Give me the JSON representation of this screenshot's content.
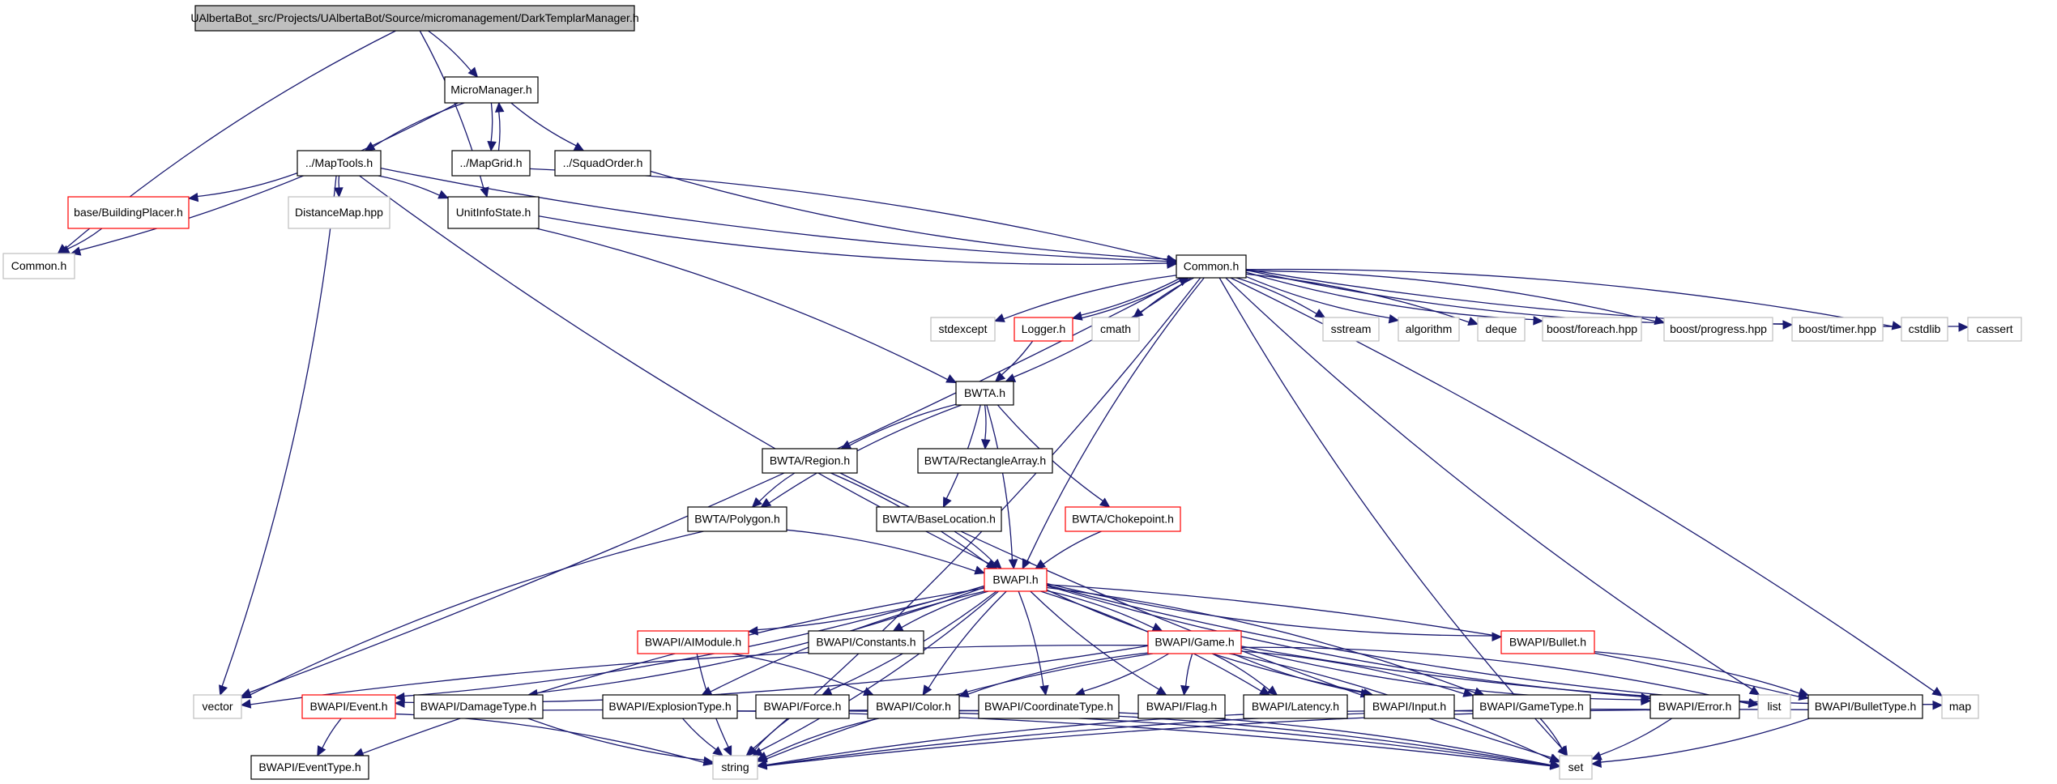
{
  "title": "UAlbertaBot_src/Projects/UAlbertaBot/Source/micromanagement/DarkTemplarManager.h",
  "colors": {
    "edge": "#191970",
    "root_fill": "#bfbfbf",
    "normal_border": "#000000",
    "missing_border": "#bfbfbf",
    "truncated_border": "#ff0000"
  },
  "nodes": [
    {
      "id": "root",
      "label": "UAlbertaBot_src/Projects/UAlbertaBot/Source/micromanagement/DarkTemplarManager.h",
      "style": "root"
    },
    {
      "id": "micromanager",
      "label": "MicroManager.h",
      "style": "normal"
    },
    {
      "id": "maptools",
      "label": "../MapTools.h",
      "style": "normal"
    },
    {
      "id": "mapgrid",
      "label": "../MapGrid.h",
      "style": "normal"
    },
    {
      "id": "squadorder",
      "label": "../SquadOrder.h",
      "style": "normal"
    },
    {
      "id": "buildingplacer",
      "label": "base/BuildingPlacer.h",
      "style": "truncated"
    },
    {
      "id": "distancemap",
      "label": "DistanceMap.hpp",
      "style": "missing"
    },
    {
      "id": "unitinfostate",
      "label": "UnitInfoState.h",
      "style": "normal"
    },
    {
      "id": "common_missing",
      "label": "Common.h",
      "style": "missing"
    },
    {
      "id": "common",
      "label": "Common.h",
      "style": "normal"
    },
    {
      "id": "stdexcept",
      "label": "stdexcept",
      "style": "missing"
    },
    {
      "id": "logger",
      "label": "Logger.h",
      "style": "truncated"
    },
    {
      "id": "cmath",
      "label": "cmath",
      "style": "missing"
    },
    {
      "id": "sstream",
      "label": "sstream",
      "style": "missing"
    },
    {
      "id": "algorithm",
      "label": "algorithm",
      "style": "missing"
    },
    {
      "id": "deque",
      "label": "deque",
      "style": "missing"
    },
    {
      "id": "foreach",
      "label": "boost/foreach.hpp",
      "style": "missing"
    },
    {
      "id": "progress",
      "label": "boost/progress.hpp",
      "style": "missing"
    },
    {
      "id": "timer",
      "label": "boost/timer.hpp",
      "style": "missing"
    },
    {
      "id": "cstdlib",
      "label": "cstdlib",
      "style": "missing"
    },
    {
      "id": "cassert",
      "label": "cassert",
      "style": "missing"
    },
    {
      "id": "bwta",
      "label": "BWTA.h",
      "style": "normal"
    },
    {
      "id": "region",
      "label": "BWTA/Region.h",
      "style": "normal"
    },
    {
      "id": "rectarray",
      "label": "BWTA/RectangleArray.h",
      "style": "normal"
    },
    {
      "id": "polygon",
      "label": "BWTA/Polygon.h",
      "style": "normal"
    },
    {
      "id": "baselocation",
      "label": "BWTA/BaseLocation.h",
      "style": "normal"
    },
    {
      "id": "chokepoint",
      "label": "BWTA/Chokepoint.h",
      "style": "truncated"
    },
    {
      "id": "bwapi",
      "label": "BWAPI.h",
      "style": "truncated"
    },
    {
      "id": "aimodule",
      "label": "BWAPI/AIModule.h",
      "style": "truncated"
    },
    {
      "id": "constants",
      "label": "BWAPI/Constants.h",
      "style": "normal"
    },
    {
      "id": "game",
      "label": "BWAPI/Game.h",
      "style": "truncated"
    },
    {
      "id": "bullet",
      "label": "BWAPI/Bullet.h",
      "style": "truncated"
    },
    {
      "id": "vector",
      "label": "vector",
      "style": "missing"
    },
    {
      "id": "event",
      "label": "BWAPI/Event.h",
      "style": "truncated"
    },
    {
      "id": "damagetype",
      "label": "BWAPI/DamageType.h",
      "style": "normal"
    },
    {
      "id": "explosiontype",
      "label": "BWAPI/ExplosionType.h",
      "style": "normal"
    },
    {
      "id": "force",
      "label": "BWAPI/Force.h",
      "style": "normal"
    },
    {
      "id": "color",
      "label": "BWAPI/Color.h",
      "style": "normal"
    },
    {
      "id": "coordinatetype",
      "label": "BWAPI/CoordinateType.h",
      "style": "normal"
    },
    {
      "id": "flag",
      "label": "BWAPI/Flag.h",
      "style": "normal"
    },
    {
      "id": "latency",
      "label": "BWAPI/Latency.h",
      "style": "normal"
    },
    {
      "id": "input",
      "label": "BWAPI/Input.h",
      "style": "normal"
    },
    {
      "id": "gametype",
      "label": "BWAPI/GameType.h",
      "style": "normal"
    },
    {
      "id": "error",
      "label": "BWAPI/Error.h",
      "style": "normal"
    },
    {
      "id": "list",
      "label": "list",
      "style": "missing"
    },
    {
      "id": "bullettype",
      "label": "BWAPI/BulletType.h",
      "style": "normal"
    },
    {
      "id": "map",
      "label": "map",
      "style": "missing"
    },
    {
      "id": "eventtype",
      "label": "BWAPI/EventType.h",
      "style": "normal"
    },
    {
      "id": "string",
      "label": "string",
      "style": "missing"
    },
    {
      "id": "set",
      "label": "set",
      "style": "missing"
    }
  ],
  "edges": [
    [
      "root",
      "micromanager"
    ],
    [
      "root",
      "common_missing"
    ],
    [
      "root",
      "unitinfostate"
    ],
    [
      "micromanager",
      "maptools"
    ],
    [
      "micromanager",
      "mapgrid"
    ],
    [
      "micromanager",
      "squadorder"
    ],
    [
      "micromanager",
      "common_missing"
    ],
    [
      "mapgrid",
      "micromanager"
    ],
    [
      "mapgrid",
      "common"
    ],
    [
      "squadorder",
      "common"
    ],
    [
      "maptools",
      "buildingplacer"
    ],
    [
      "maptools",
      "distancemap"
    ],
    [
      "maptools",
      "unitinfostate"
    ],
    [
      "maptools",
      "common"
    ],
    [
      "maptools",
      "vector"
    ],
    [
      "maptools",
      "bwapi"
    ],
    [
      "buildingplacer",
      "common_missing"
    ],
    [
      "unitinfostate",
      "common"
    ],
    [
      "unitinfostate",
      "bwta"
    ],
    [
      "common",
      "stdexcept"
    ],
    [
      "common",
      "logger"
    ],
    [
      "common",
      "cmath"
    ],
    [
      "common",
      "sstream"
    ],
    [
      "common",
      "algorithm"
    ],
    [
      "common",
      "deque"
    ],
    [
      "common",
      "foreach"
    ],
    [
      "common",
      "progress"
    ],
    [
      "common",
      "timer"
    ],
    [
      "common",
      "cstdlib"
    ],
    [
      "common",
      "cassert"
    ],
    [
      "common",
      "bwta"
    ],
    [
      "common",
      "bwapi"
    ],
    [
      "common",
      "vector"
    ],
    [
      "common",
      "list"
    ],
    [
      "common",
      "map"
    ],
    [
      "common",
      "set"
    ],
    [
      "common",
      "string"
    ],
    [
      "logger",
      "common"
    ],
    [
      "logger",
      "bwta"
    ],
    [
      "bwta",
      "region"
    ],
    [
      "bwta",
      "rectarray"
    ],
    [
      "bwta",
      "polygon"
    ],
    [
      "bwta",
      "baselocation"
    ],
    [
      "bwta",
      "chokepoint"
    ],
    [
      "bwta",
      "bwapi"
    ],
    [
      "region",
      "polygon"
    ],
    [
      "region",
      "bwapi"
    ],
    [
      "region",
      "set"
    ],
    [
      "polygon",
      "bwapi"
    ],
    [
      "polygon",
      "vector"
    ],
    [
      "baselocation",
      "bwapi"
    ],
    [
      "chokepoint",
      "bwapi"
    ],
    [
      "bwapi",
      "aimodule"
    ],
    [
      "bwapi",
      "constants"
    ],
    [
      "bwapi",
      "game"
    ],
    [
      "bwapi",
      "bullet"
    ],
    [
      "bwapi",
      "event"
    ],
    [
      "bwapi",
      "eventtype"
    ],
    [
      "bwapi",
      "damagetype"
    ],
    [
      "bwapi",
      "explosiontype"
    ],
    [
      "bwapi",
      "force"
    ],
    [
      "bwapi",
      "color"
    ],
    [
      "bwapi",
      "coordinatetype"
    ],
    [
      "bwapi",
      "flag"
    ],
    [
      "bwapi",
      "latency"
    ],
    [
      "bwapi",
      "input"
    ],
    [
      "bwapi",
      "gametype"
    ],
    [
      "bwapi",
      "error"
    ],
    [
      "bwapi",
      "bullettype"
    ],
    [
      "bwapi",
      "list"
    ],
    [
      "bwapi",
      "string"
    ],
    [
      "aimodule",
      "string"
    ],
    [
      "aimodule",
      "color"
    ],
    [
      "game",
      "vector"
    ],
    [
      "game",
      "event"
    ],
    [
      "game",
      "color"
    ],
    [
      "game",
      "coordinatetype"
    ],
    [
      "game",
      "flag"
    ],
    [
      "game",
      "latency"
    ],
    [
      "game",
      "input"
    ],
    [
      "game",
      "gametype"
    ],
    [
      "game",
      "error"
    ],
    [
      "game",
      "list"
    ],
    [
      "game",
      "map"
    ],
    [
      "game",
      "set"
    ],
    [
      "game",
      "string"
    ],
    [
      "bullet",
      "bullettype"
    ],
    [
      "event",
      "eventtype"
    ],
    [
      "event",
      "string"
    ],
    [
      "damagetype",
      "string"
    ],
    [
      "damagetype",
      "set"
    ],
    [
      "explosiontype",
      "string"
    ],
    [
      "explosiontype",
      "set"
    ],
    [
      "force",
      "string"
    ],
    [
      "force",
      "set"
    ],
    [
      "color",
      "string"
    ],
    [
      "color",
      "set"
    ],
    [
      "gametype",
      "string"
    ],
    [
      "gametype",
      "set"
    ],
    [
      "error",
      "string"
    ],
    [
      "error",
      "set"
    ],
    [
      "bullettype",
      "string"
    ],
    [
      "bullettype",
      "set"
    ]
  ]
}
